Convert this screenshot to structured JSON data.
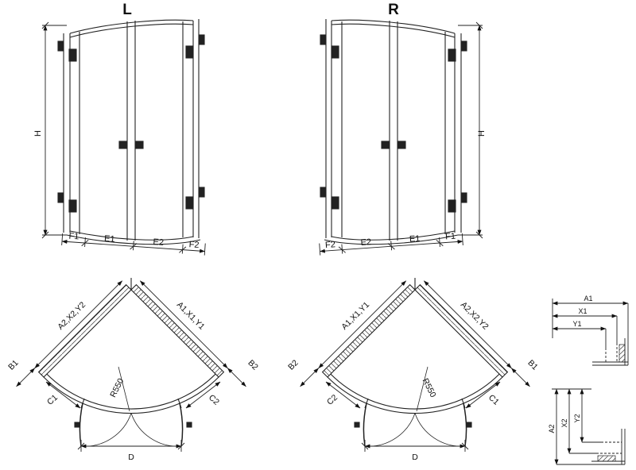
{
  "page": {
    "background": "#ffffff",
    "line_color": "#222222"
  },
  "diagram": {
    "left_elevation": {
      "variant_label": "L",
      "height_label": "H",
      "bottom_segments": [
        "F1",
        "E1",
        "E2",
        "F2"
      ]
    },
    "right_elevation": {
      "variant_label": "R",
      "height_label": "H",
      "bottom_segments": [
        "F2",
        "E2",
        "E1",
        "F1"
      ]
    },
    "left_plan": {
      "left_wall_label": "A2,X2,Y2",
      "right_wall_label": "A1,X1,Y1",
      "left_side_label": "B1",
      "right_side_label": "B2",
      "left_door_label": "C1",
      "right_door_label": "C2",
      "radius_label": "R550",
      "width_label": "D"
    },
    "right_plan": {
      "left_wall_label": "A1,X1,Y1",
      "right_wall_label": "A2,X2,Y2",
      "left_side_label": "B2",
      "right_side_label": "B1",
      "left_door_label": "C2",
      "right_door_label": "C1",
      "radius_label": "R550",
      "width_label": "D"
    },
    "detail_top": {
      "labels": [
        "A1",
        "X1",
        "Y1"
      ]
    },
    "detail_bottom": {
      "labels": [
        "A2",
        "X2",
        "Y2"
      ]
    }
  }
}
